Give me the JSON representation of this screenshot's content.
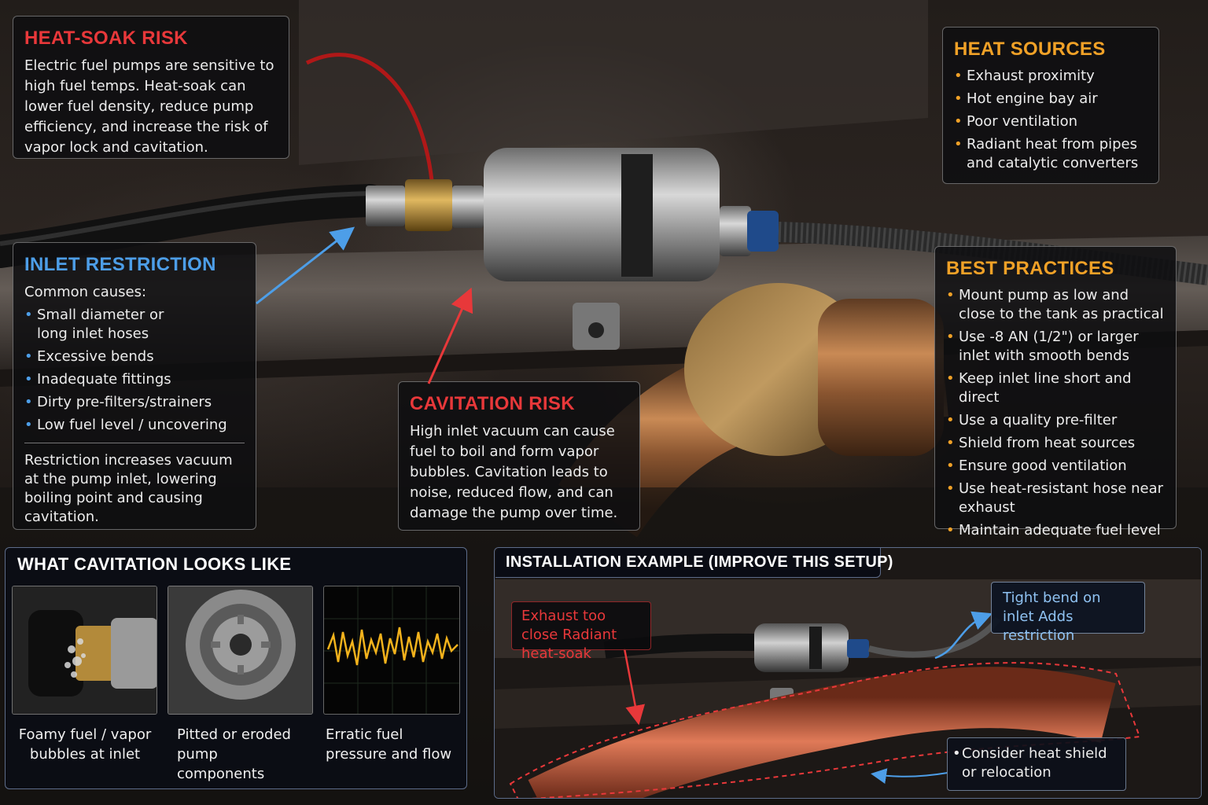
{
  "heat_soak": {
    "title": "HEAT-SOAK RISK",
    "body": "Electric fuel pumps are sensitive to high fuel temps. Heat-soak can lower fuel density, reduce pump efficiency, and increase the risk of vapor lock and cavitation."
  },
  "heat_sources": {
    "title": "HEAT SOURCES",
    "items": [
      "Exhaust proximity",
      "Hot engine bay air",
      "Poor ventilation",
      "Radiant heat from pipes and catalytic converters"
    ]
  },
  "inlet_restriction": {
    "title": "INLET RESTRICTION",
    "intro": "Common causes:",
    "items": [
      "Small diameter or long inlet hoses",
      "Excessive bends",
      "Inadequate fittings",
      "Dirty pre-filters/strainers",
      "Low fuel level / uncovering"
    ],
    "note": "Restriction increases vacuum at the pump inlet, lowering boiling point and causing cavitation."
  },
  "cavitation_risk": {
    "title": "CAVITATION RISK",
    "body": "High inlet vacuum can cause fuel to boil and form vapor bubbles. Cavitation leads to noise, reduced flow, and can damage the pump over time."
  },
  "best_practices": {
    "title": "BEST PRACTICES",
    "items": [
      "Mount pump as low and close to the tank as practical",
      "Use -8 AN (1/2\") or larger inlet with smooth bends",
      "Keep inlet line short and direct",
      "Use a quality pre-filter",
      "Shield from heat sources",
      "Ensure good ventilation",
      "Use heat-resistant hose near exhaust",
      "Maintain adequate fuel level"
    ]
  },
  "cavitation_looks": {
    "title": "WHAT CAVITATION LOOKS LIKE",
    "captions": [
      "Foamy fuel / vapor bubbles at inlet",
      "Pitted or eroded pump components",
      "Erratic fuel pressure and flow"
    ]
  },
  "installation": {
    "title": "INSTALLATION EXAMPLE (IMPROVE THIS SETUP)",
    "exhaust_callout": "Exhaust too close Radiant heat-soak",
    "bend_callout": "Tight bend on inlet Adds restriction",
    "shield_callout": "Consider heat shield or relocation"
  },
  "colors": {
    "red": "#e8383a",
    "blue": "#4d9ee8",
    "amber": "#f0a127"
  }
}
